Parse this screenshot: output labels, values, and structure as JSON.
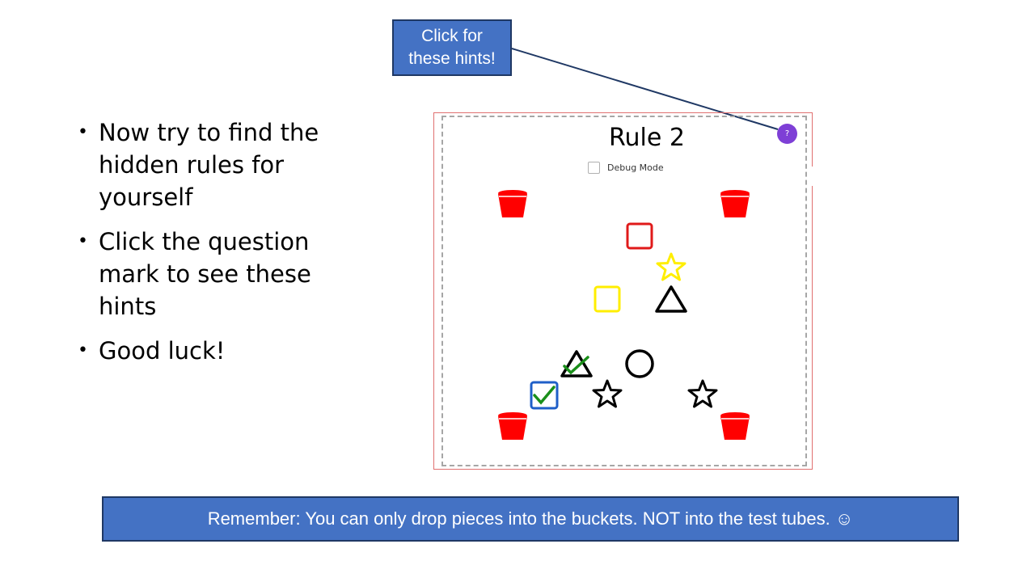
{
  "callout": {
    "line1": "Click for",
    "line2": "these hints!"
  },
  "bullets": [
    "Now try to find the hidden rules for yourself",
    "Click the question mark to see these hints",
    "Good luck!"
  ],
  "game": {
    "title": "Rule 2",
    "debug_label": "Debug Mode",
    "debug_checked": false,
    "help_label": "?",
    "colors": {
      "bucket": "#ff0000",
      "help": "#7e3fd6",
      "red": "#e01a1a",
      "yellow": "#ffee00",
      "black": "#000000",
      "check": "#1a8f1a",
      "selected_border": "#1f5fc8"
    },
    "buckets": [
      "bucket-top-left",
      "bucket-top-right",
      "bucket-bottom-left",
      "bucket-bottom-right"
    ],
    "pieces": [
      {
        "name": "red-square",
        "shape": "square",
        "color": "red"
      },
      {
        "name": "yellow-star",
        "shape": "star",
        "color": "yellow"
      },
      {
        "name": "yellow-square",
        "shape": "square",
        "color": "yellow"
      },
      {
        "name": "black-triangle",
        "shape": "triangle",
        "color": "black"
      },
      {
        "name": "black-triangle-checked",
        "shape": "triangle",
        "color": "black",
        "checked": true
      },
      {
        "name": "black-circle",
        "shape": "circle",
        "color": "black"
      },
      {
        "name": "square-checked",
        "shape": "square",
        "color": "blue",
        "checked": true
      },
      {
        "name": "black-star-left",
        "shape": "star",
        "color": "black"
      },
      {
        "name": "black-star-right",
        "shape": "star",
        "color": "black"
      }
    ]
  },
  "banner": "Remember: You can only drop pieces into the buckets. NOT into the test tubes. ☺"
}
